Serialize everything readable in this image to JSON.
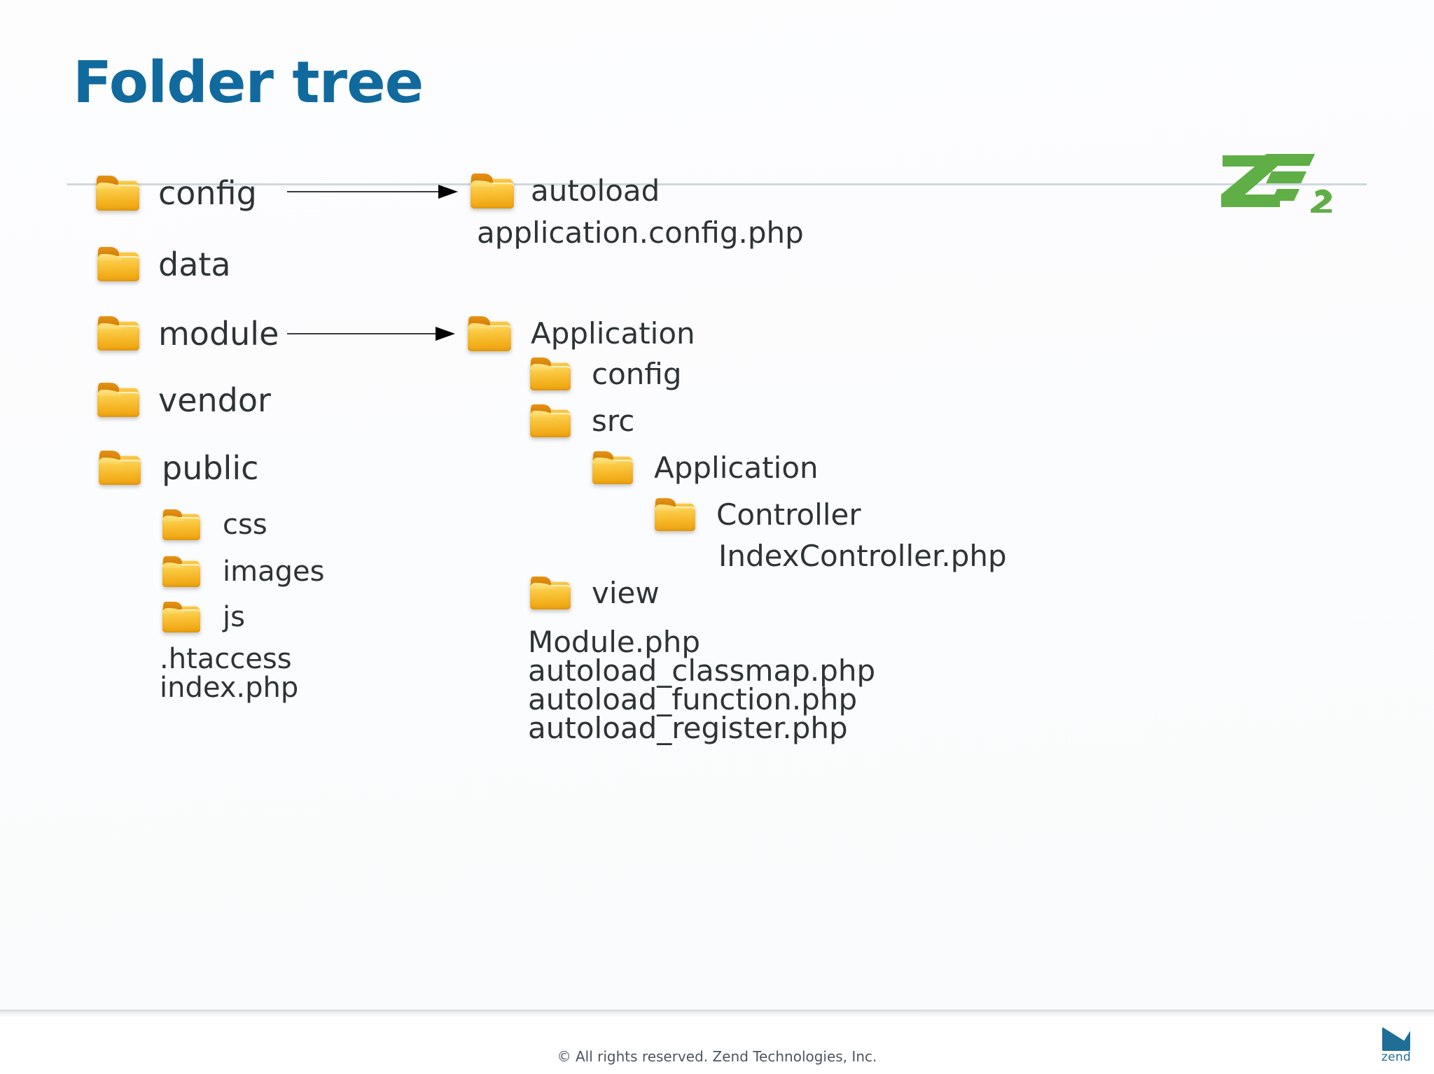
{
  "slide": {
    "title": "Folder tree",
    "title_color": "#116A9E",
    "rule_color": "#ccd8e2",
    "background_color": "#fbfcfd"
  },
  "brand": {
    "zf2_logo_name": "zf2-logo",
    "zf2_logo_text": "ZF2",
    "zf2_logo_color": "#5FAF46",
    "zend_logo_word": "zend",
    "zend_logo_color": "#1E6E96"
  },
  "footer": {
    "copyright": "© All rights reserved. Zend Technologies, Inc."
  },
  "tree": {
    "left_column": [
      {
        "label": "config",
        "type": "folder"
      },
      {
        "label": "data",
        "type": "folder"
      },
      {
        "label": "module",
        "type": "folder"
      },
      {
        "label": "vendor",
        "type": "folder"
      },
      {
        "label": "public",
        "type": "folder"
      },
      {
        "label": "css",
        "type": "folder"
      },
      {
        "label": "images",
        "type": "folder"
      },
      {
        "label": "js",
        "type": "folder"
      }
    ],
    "left_files": [
      {
        "label": ".htaccess",
        "type": "file"
      },
      {
        "label": "index.php",
        "type": "file"
      }
    ],
    "right_column": [
      {
        "label": "autoload",
        "type": "folder"
      },
      {
        "label": "Application",
        "type": "folder"
      },
      {
        "label": "config",
        "type": "folder"
      },
      {
        "label": "src",
        "type": "folder"
      },
      {
        "label": "Application",
        "type": "folder"
      },
      {
        "label": "Controller",
        "type": "folder"
      },
      {
        "label": "view",
        "type": "folder"
      }
    ],
    "right_files": [
      {
        "label": "application.config.php",
        "type": "file"
      },
      {
        "label": "IndexController.php",
        "type": "file"
      },
      {
        "label": "Module.php",
        "type": "file"
      },
      {
        "label": "autoload_classmap.php",
        "type": "file"
      },
      {
        "label": "autoload_function.php",
        "type": "file"
      },
      {
        "label": "autoload_register.php",
        "type": "file"
      }
    ],
    "arrows": [
      {
        "from": "config",
        "to": "autoload"
      },
      {
        "from": "module",
        "to": "Application"
      }
    ]
  }
}
